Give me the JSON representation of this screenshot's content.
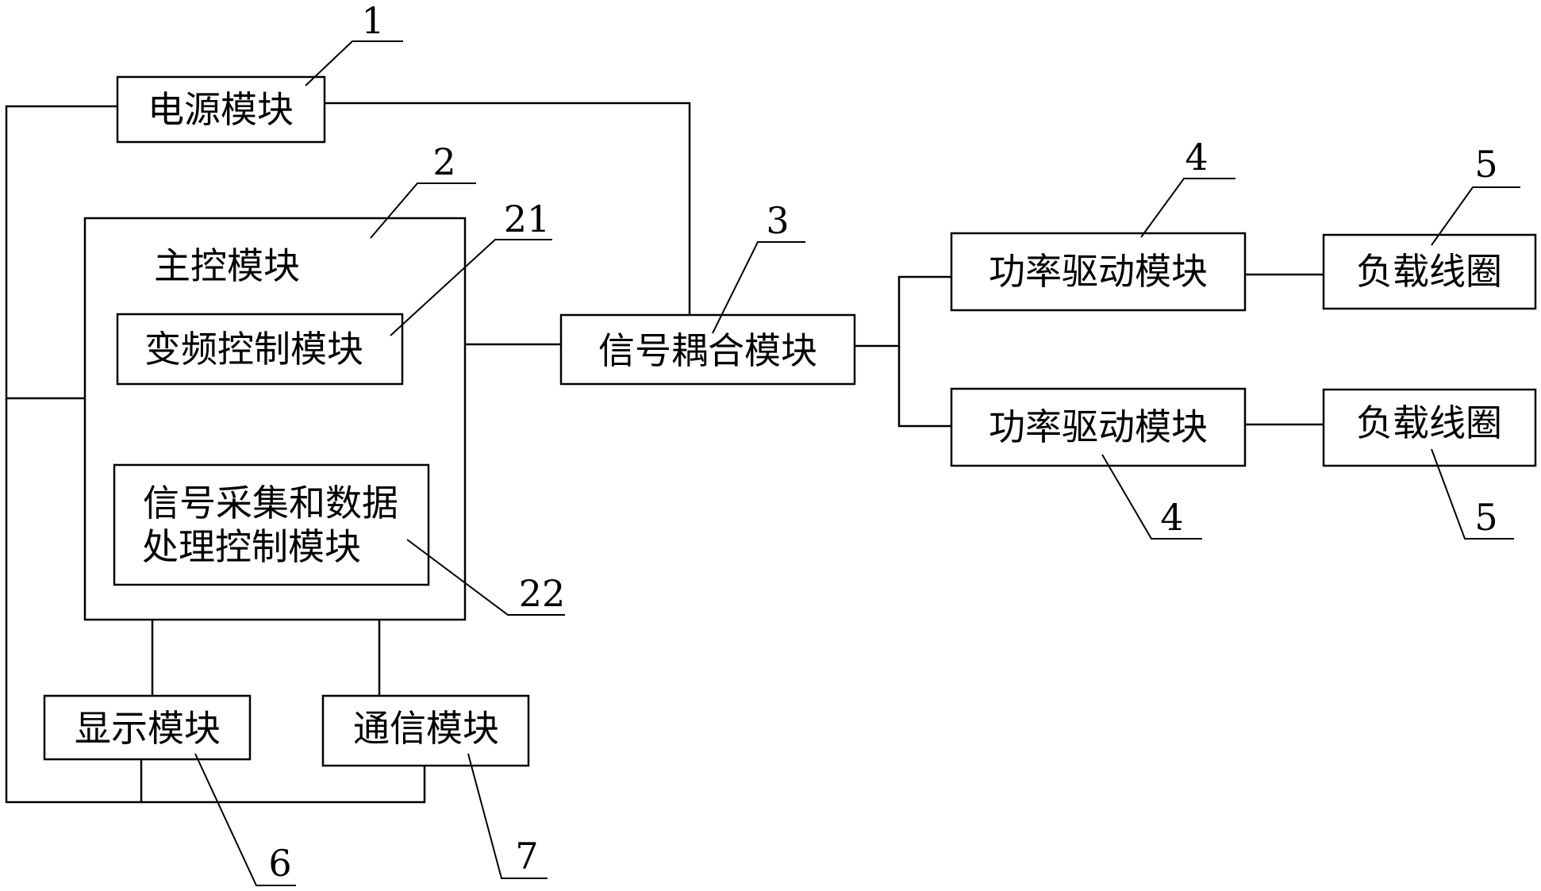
{
  "diagram": {
    "power_module": {
      "label": "电源模块",
      "ref": "1"
    },
    "main_control": {
      "label": "主控模块",
      "ref": "2"
    },
    "freq_control": {
      "label": "变频控制模块",
      "ref": "21"
    },
    "acq_module": {
      "line1": "信号采集和数据",
      "line2": "处理控制模块",
      "ref": "22"
    },
    "coupling": {
      "label": "信号耦合模块",
      "ref": "3"
    },
    "power_drive_top": {
      "label": "功率驱动模块",
      "ref": "4"
    },
    "power_drive_bottom": {
      "label": "功率驱动模块",
      "ref": "4"
    },
    "load_coil_top": {
      "label": "负载线圈",
      "ref": "5"
    },
    "load_coil_bottom": {
      "label": "负载线圈",
      "ref": "5"
    },
    "display": {
      "label": "显示模块",
      "ref": "6"
    },
    "comm": {
      "label": "通信模块",
      "ref": "7"
    }
  }
}
